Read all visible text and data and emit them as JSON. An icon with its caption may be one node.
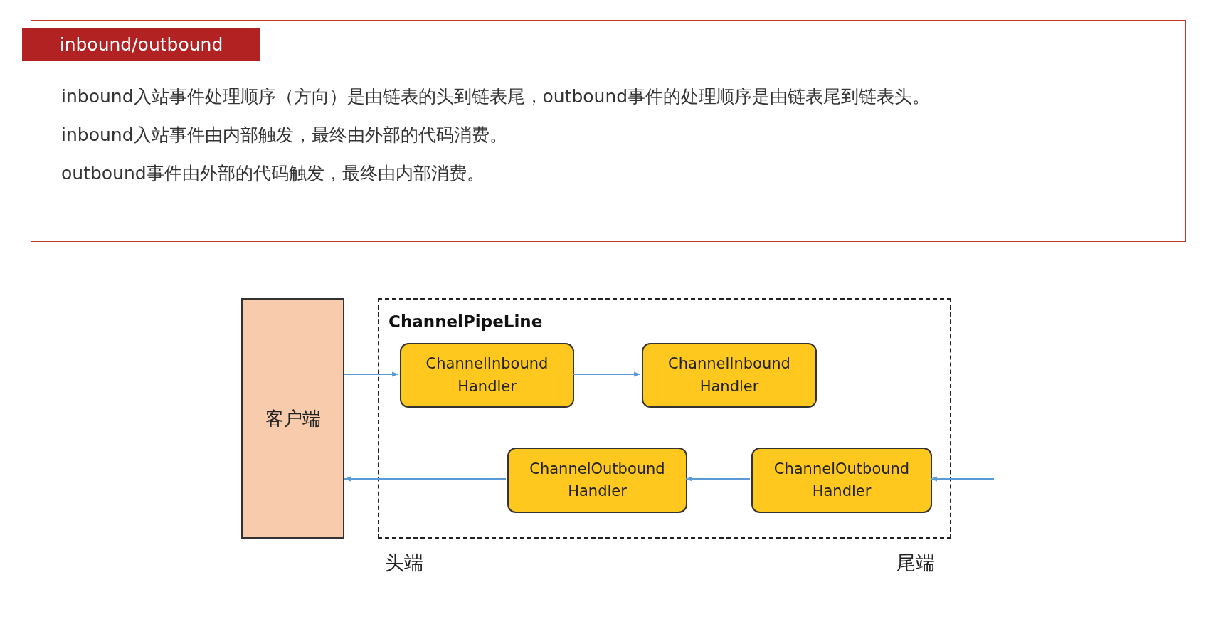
{
  "diagram": {
    "nodes": [
      {
        "text": [
          "inbound/outbound",
          "inbound入站事件处理顺序（方向）是由链表的头到链表尾，outbound事件的处理顺序是由链表尾到链表头。",
          "inbound入站事件由内部触发，最终由外部的代码消费。",
          "outbound事件由外部的代码触发，最终由内部消费。"
        ]
      },
      {
        "text": [
          "客户端"
        ]
      },
      {
        "text": [
          "ChannelPipeLine"
        ]
      },
      {
        "text": [
          "ChannelInbound Handler"
        ],
        "in": 2
      },
      {
        "text": [
          "ChannelInbound Handler"
        ],
        "in": 2
      },
      {
        "text": [
          "ChannelOutbound Handler"
        ],
        "in": 2
      },
      {
        "text": [
          "ChannelOutbound Handler"
        ],
        "in": 2
      }
    ],
    "edges": [
      {
        "from": 1,
        "to": 3,
        "arrow": "to"
      },
      {
        "from": 3,
        "to": 4,
        "arrow": "to"
      },
      {
        "from": null,
        "to": 6,
        "arrow": "to"
      },
      {
        "from": 6,
        "to": 5,
        "arrow": "to"
      },
      {
        "from": 5,
        "to": 1,
        "arrow": "to"
      }
    ],
    "labels": [
      "头端",
      "尾端"
    ]
  }
}
